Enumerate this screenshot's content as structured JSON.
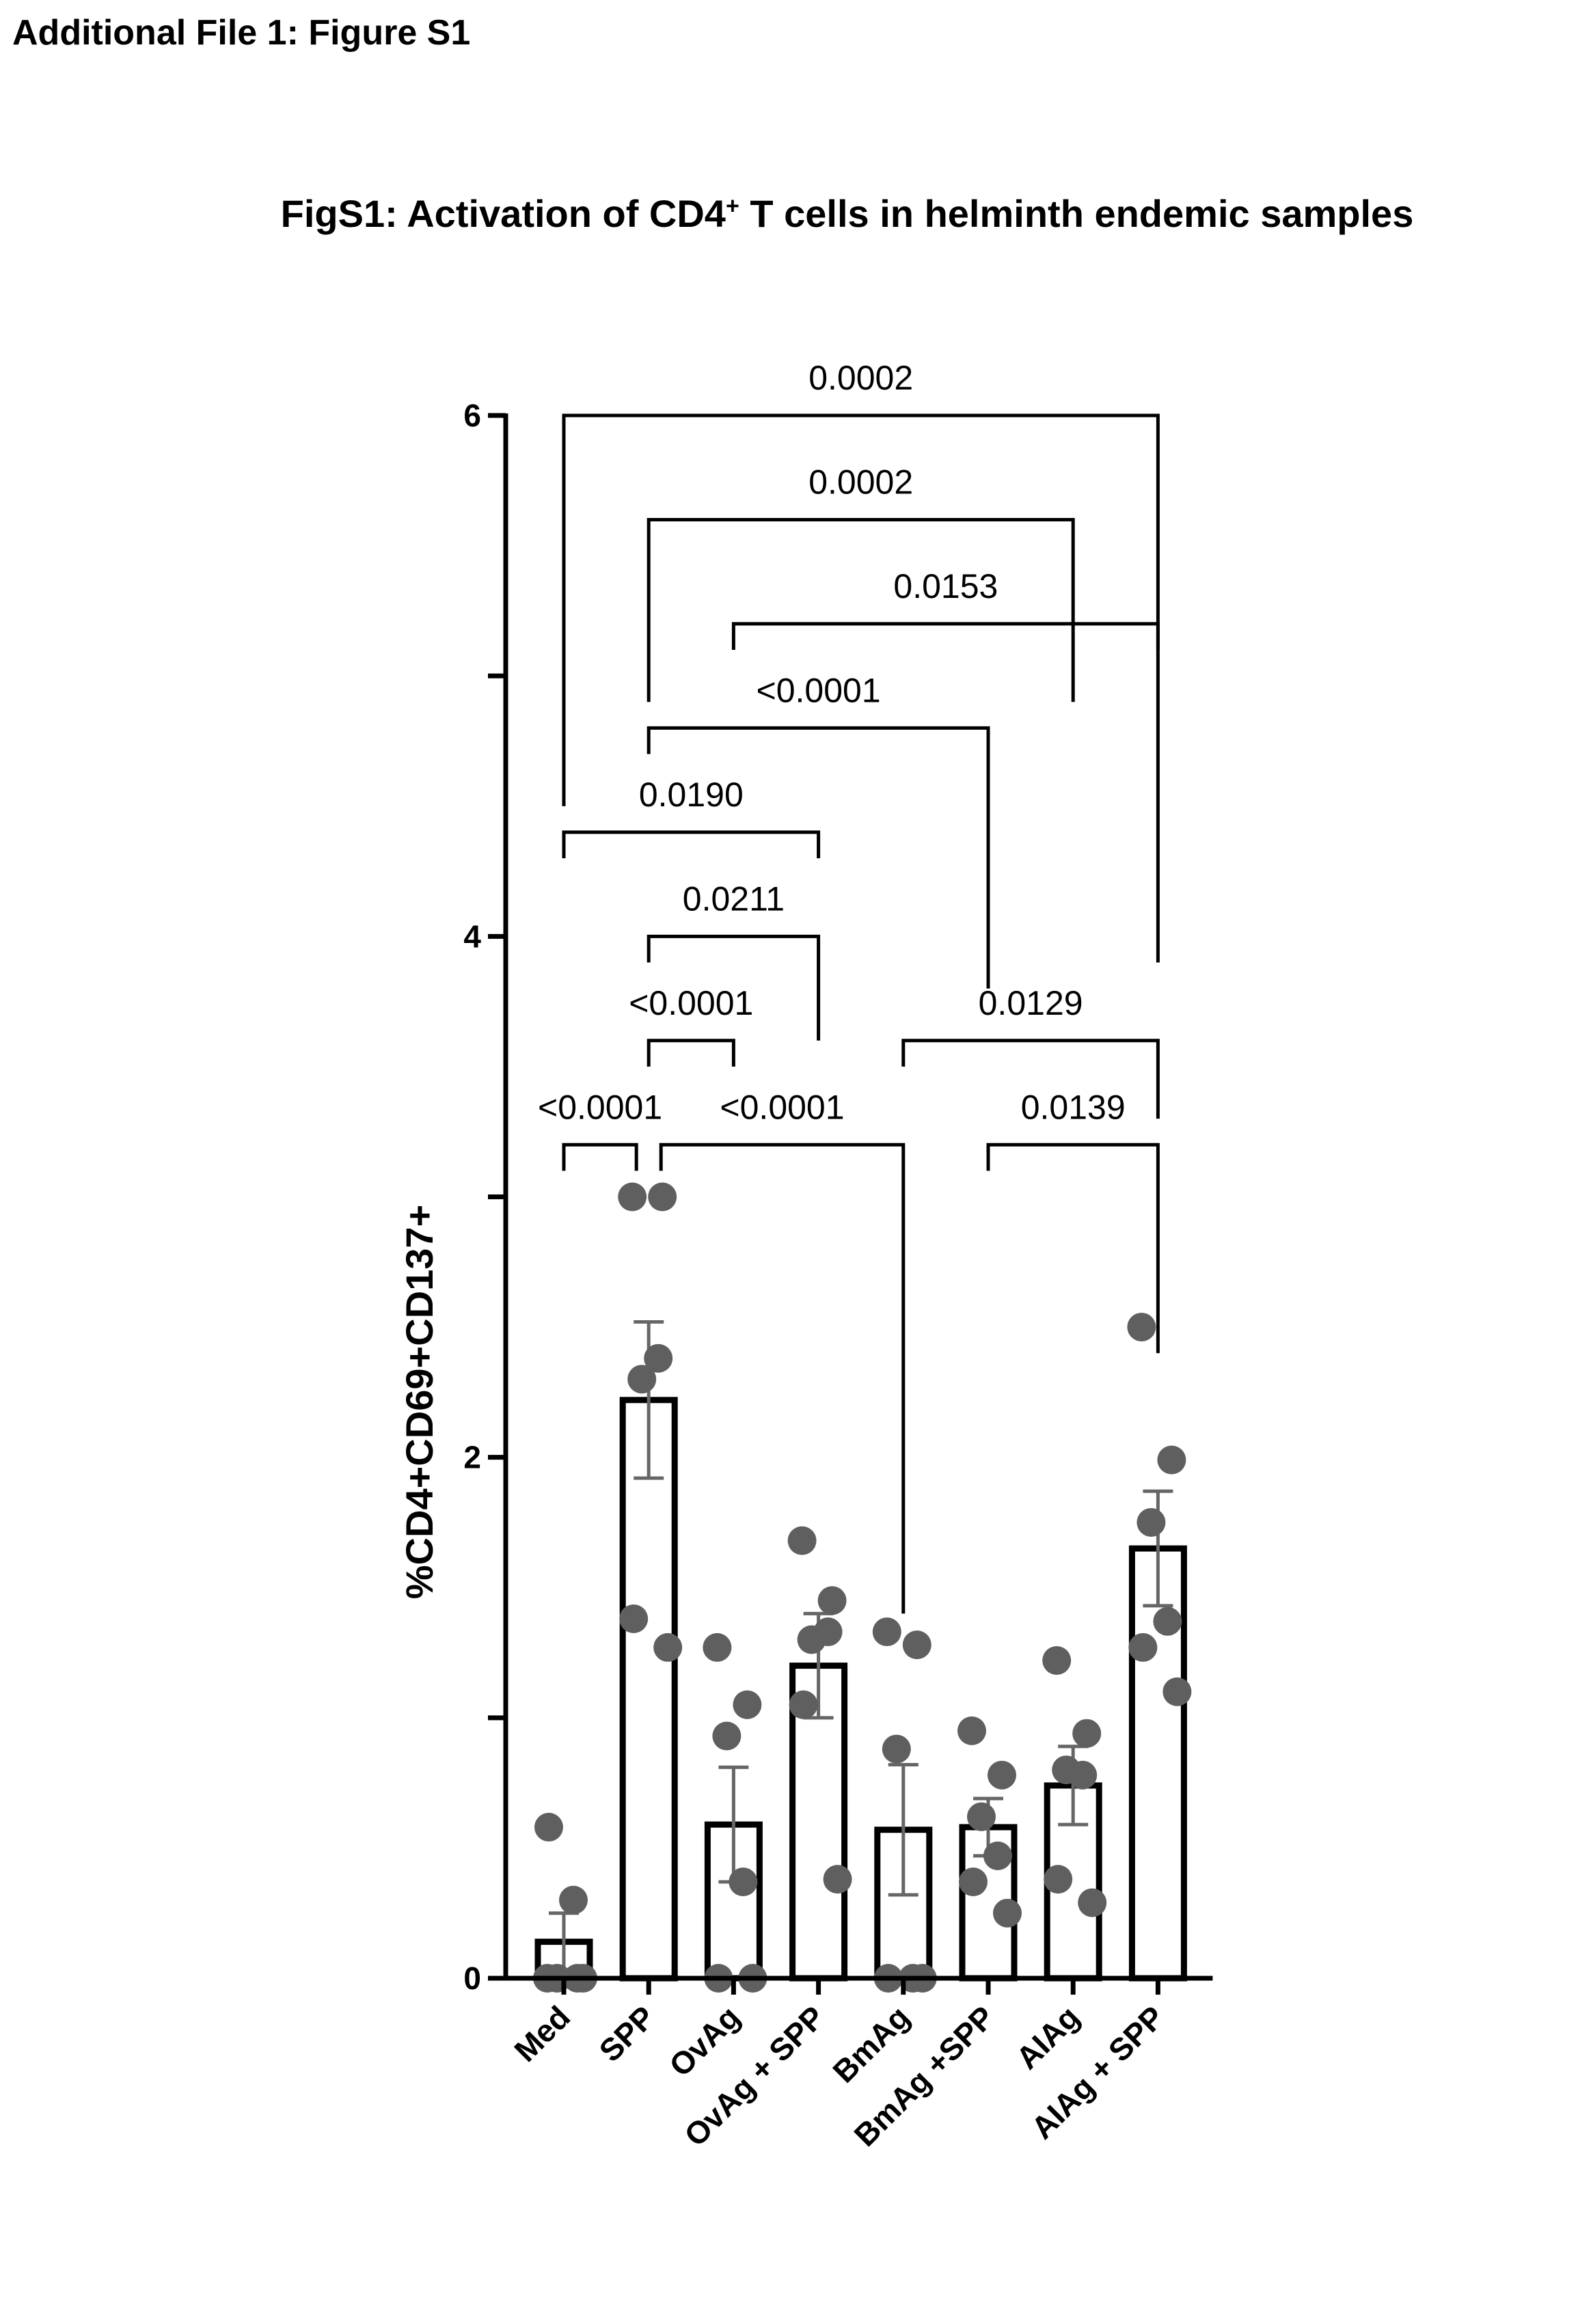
{
  "header": {
    "file_label": "Additional File 1: Figure S1",
    "title_prefix": "FigS1: Activation of CD4",
    "title_superscript": "+",
    "title_suffix": " T cells in helminth endemic samples"
  },
  "chart_data": {
    "type": "bar",
    "title": "FigS1: Activation of CD4+ T cells in helminth endemic samples",
    "ylabel": "%CD4+CD69+CD137+",
    "xlabel": "",
    "ylim": [
      0,
      6
    ],
    "yticks": [
      {
        "value": 0,
        "label": "0"
      },
      {
        "value": 1,
        "label": ""
      },
      {
        "value": 2,
        "label": "2"
      },
      {
        "value": 3,
        "label": ""
      },
      {
        "value": 4,
        "label": "4"
      },
      {
        "value": 5,
        "label": ""
      },
      {
        "value": 6,
        "label": "6"
      }
    ],
    "categories": [
      "Med",
      "SPP",
      "OvAg",
      "OvAg + SPP",
      "BmAg",
      "BmAg +SPP",
      "AIAg",
      "AIAg + SPP"
    ],
    "means": [
      0.14,
      2.22,
      0.59,
      1.2,
      0.57,
      0.58,
      0.74,
      1.65
    ],
    "sem": [
      0.11,
      0.3,
      0.22,
      0.2,
      0.25,
      0.11,
      0.15,
      0.22
    ],
    "points": [
      [
        0.0,
        0.0,
        0.0,
        0.3,
        0.58,
        0.0
      ],
      [
        3.0,
        3.0,
        2.3,
        2.38,
        1.38,
        1.27
      ],
      [
        1.27,
        1.05,
        0.93,
        0.37,
        0.0,
        0.0
      ],
      [
        1.68,
        1.45,
        1.3,
        1.33,
        1.05,
        0.38
      ],
      [
        1.33,
        1.28,
        0.88,
        0.0,
        0.0,
        0.0
      ],
      [
        0.95,
        0.78,
        0.62,
        0.47,
        0.37,
        0.25
      ],
      [
        1.22,
        0.94,
        0.8,
        0.78,
        0.38,
        0.29
      ],
      [
        2.5,
        1.99,
        1.75,
        1.37,
        1.27,
        1.1
      ]
    ],
    "comparisons": [
      {
        "from": 0,
        "to": 7,
        "label": "0.0002",
        "y": 6.0,
        "drop": 2.1
      },
      {
        "from": 1,
        "to": 6,
        "label": "0.0002",
        "y": 5.6,
        "drop": 0.7
      },
      {
        "from": 2,
        "to": 7,
        "label": "0.0153",
        "y": 5.2,
        "drop": 0.1
      },
      {
        "from": 1,
        "to": 5,
        "label": "<0.0001",
        "y": 4.8,
        "drop": 1.0
      },
      {
        "from": 0,
        "to": 3,
        "label": "0.0190",
        "y": 4.4,
        "drop": 0.1
      },
      {
        "from": 1,
        "to": 3,
        "label": "0.0211",
        "y": 4.0,
        "drop": 0.4
      },
      {
        "from": 1,
        "to": 2,
        "label": "<0.0001",
        "y": 3.6,
        "drop": 0.1
      },
      {
        "from": 4,
        "to": 7,
        "label": "0.0129",
        "y": 3.6,
        "drop": 0.3
      },
      {
        "from": 0,
        "to": 1,
        "label": "<0.0001",
        "y": 3.2,
        "drop": 0.1
      },
      {
        "from": 1,
        "to": 4,
        "label": "<0.0001",
        "y": 3.2,
        "drop": 1.8
      },
      {
        "from": 5,
        "to": 7,
        "label": "0.0139",
        "y": 3.2,
        "drop": 0.8
      }
    ],
    "colors": {
      "bar_fill": "#ffffff",
      "bar_stroke": "#000000",
      "point": "#5f5f5f",
      "error_bar": "#666666"
    }
  }
}
